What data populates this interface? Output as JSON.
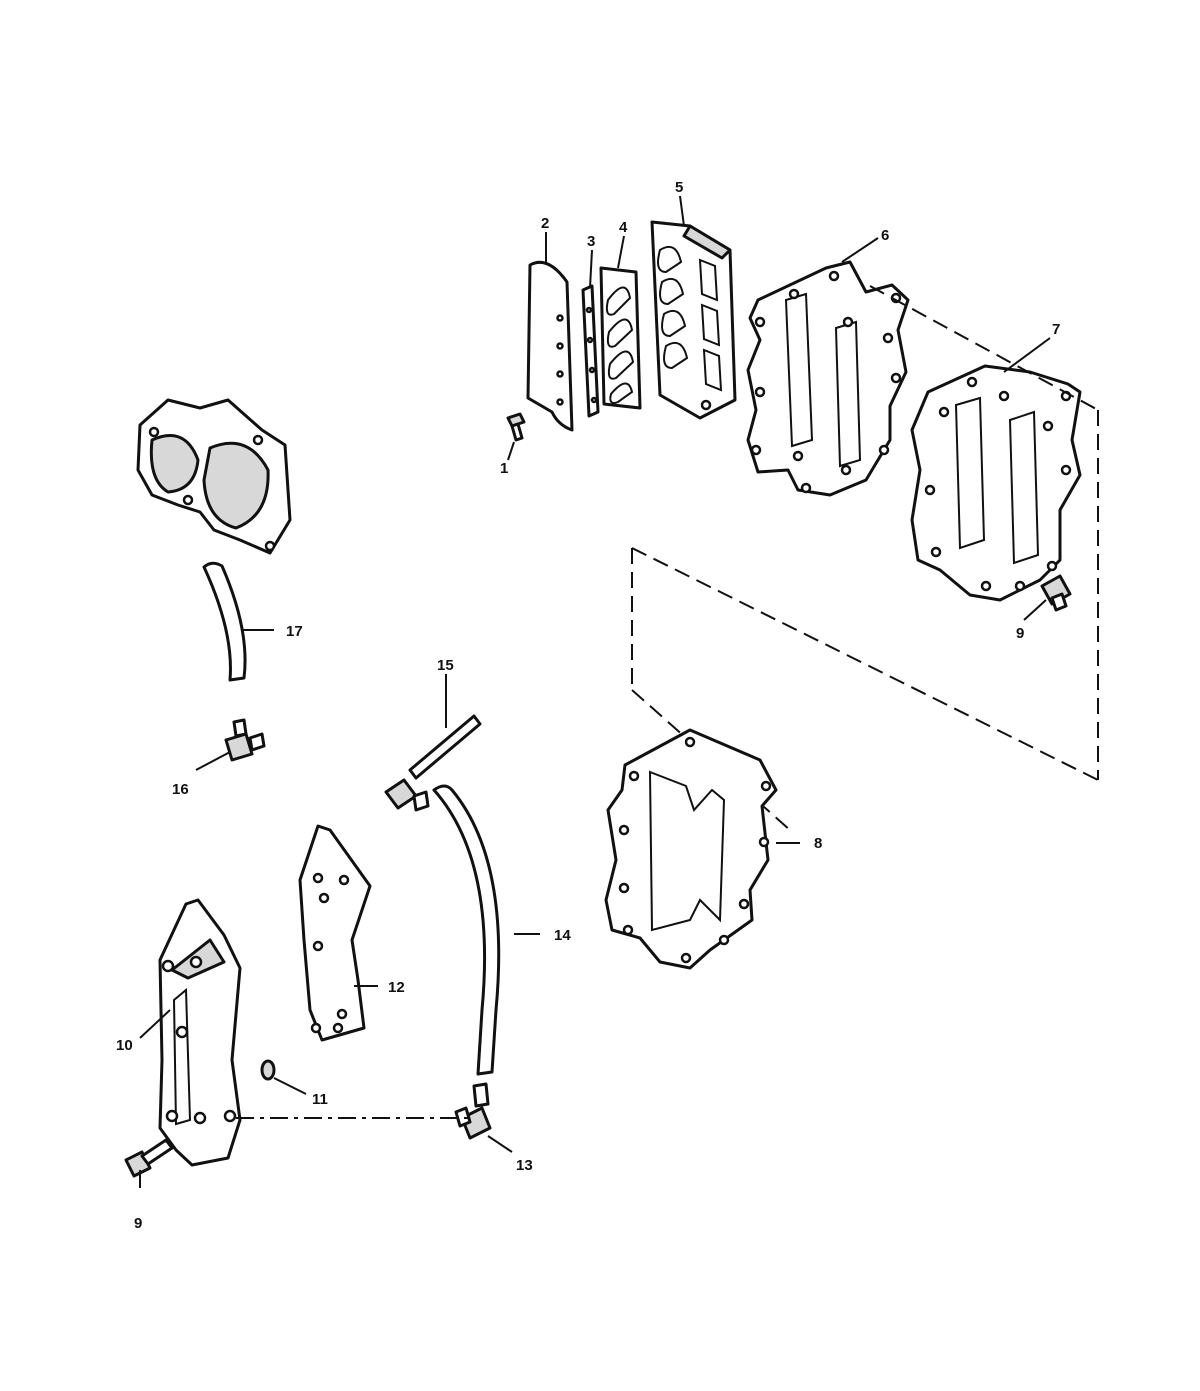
{
  "callouts": {
    "c1": "1",
    "c2": "2",
    "c3": "3",
    "c4": "4",
    "c5": "5",
    "c6": "6",
    "c7": "7",
    "c8": "8",
    "c9a": "9",
    "c9b": "9",
    "c10": "10",
    "c11": "11",
    "c12": "12",
    "c13": "13",
    "c14": "14",
    "c15": "15",
    "c16": "16",
    "c17": "17"
  },
  "colors": {
    "line": "#111111",
    "background": "#ffffff",
    "shade": "#d8d8d8"
  }
}
